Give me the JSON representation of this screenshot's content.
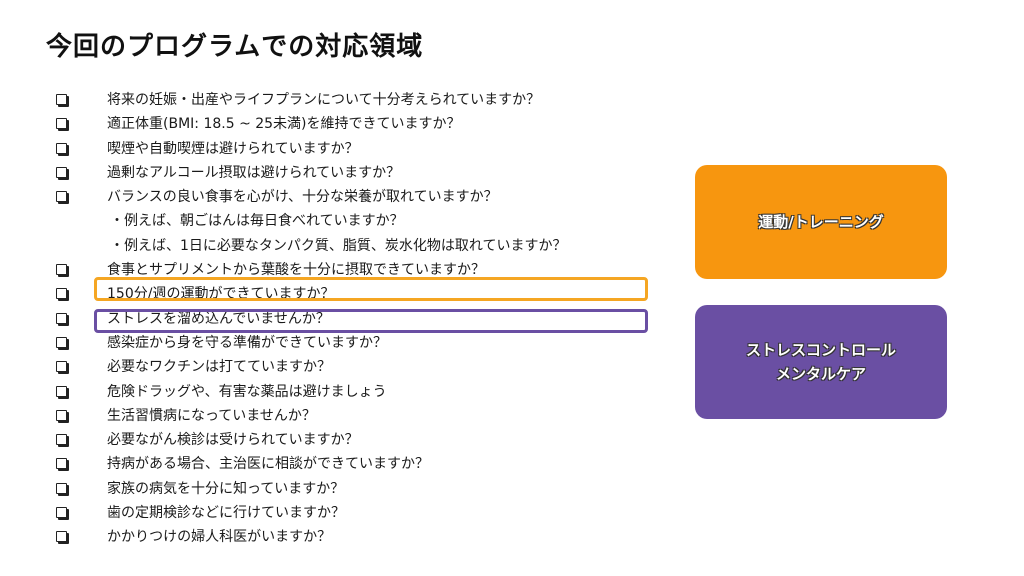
{
  "title": "今回のプログラムでの対応領域",
  "items": [
    {
      "text": "将来の妊娠・出産やライフプランについて十分考えられていますか？",
      "checkbox": true
    },
    {
      "text": "適正体重(BMI: 18.5 ~ 25未満)を維持できていますか？",
      "checkbox": true
    },
    {
      "text": "喫煙や自動喫煙は避けられていますか？",
      "checkbox": true
    },
    {
      "text": "過剰なアルコール摂取は避けられていますか？",
      "checkbox": true
    },
    {
      "text": "バランスの良い食事を心がけ、十分な栄養が取れていますか？",
      "checkbox": true
    },
    {
      "text": "・例えば、朝ごはんは毎日食べれていますか？",
      "checkbox": false
    },
    {
      "text": "・例えば、1日に必要なタンパク質、脂質、炭水化物は取れていますか？",
      "checkbox": false
    },
    {
      "text": "食事とサプリメントから葉酸を十分に摂取できていますか？",
      "checkbox": true
    },
    {
      "text": "150分/週の運動ができていますか？",
      "checkbox": true
    },
    {
      "text": "ストレスを溜め込んでいませんか？",
      "checkbox": true
    },
    {
      "text": "感染症から身を守る準備ができていますか？",
      "checkbox": true
    },
    {
      "text": "必要なワクチンは打てていますか？",
      "checkbox": true
    },
    {
      "text": "危険ドラッグや、有害な薬品は避けましょう",
      "checkbox": true
    },
    {
      "text": "生活習慣病になっていませんか？",
      "checkbox": true
    },
    {
      "text": "必要ながん検診は受けられていますか？",
      "checkbox": true
    },
    {
      "text": "持病がある場合、主治医に相談ができていますか？",
      "checkbox": true
    },
    {
      "text": "家族の病気を十分に知っていますか？",
      "checkbox": true
    },
    {
      "text": "歯の定期検診などに行けていますか？",
      "checkbox": true
    },
    {
      "text": "かかりつけの婦人科医がいますか？",
      "checkbox": true
    }
  ],
  "boxes": {
    "exercise": {
      "line1": "運動/トレーニング",
      "color": "#f7960f"
    },
    "stress": {
      "line1": "ストレスコントロール",
      "line2": "メンタルケア",
      "color": "#6a4fa3"
    }
  },
  "highlight_colors": {
    "orange": "#f5a623",
    "purple": "#6a4fa3"
  }
}
